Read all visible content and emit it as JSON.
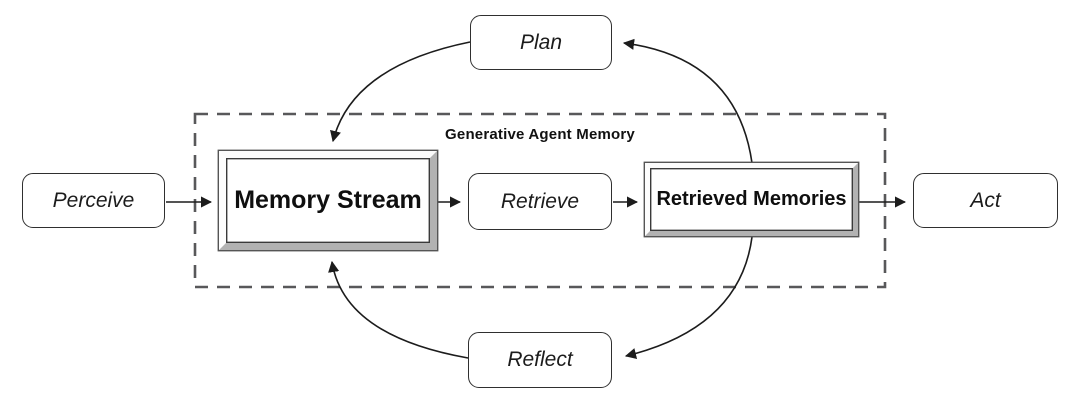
{
  "diagram": {
    "container_label": "Generative Agent Memory",
    "nodes": {
      "perceive": {
        "label": "Perceive",
        "shape": "rounded"
      },
      "memory_stream": {
        "label": "Memory Stream",
        "shape": "bevel-frame"
      },
      "retrieve": {
        "label": "Retrieve",
        "shape": "rounded"
      },
      "retrieved_memories": {
        "label": "Retrieved Memories",
        "shape": "bevel-frame"
      },
      "act": {
        "label": "Act",
        "shape": "rounded"
      },
      "plan": {
        "label": "Plan",
        "shape": "rounded"
      },
      "reflect": {
        "label": "Reflect",
        "shape": "rounded"
      }
    },
    "edges": [
      {
        "from": "Perceive",
        "to": "Memory Stream"
      },
      {
        "from": "Memory Stream",
        "to": "Retrieve"
      },
      {
        "from": "Retrieve",
        "to": "Retrieved Memories"
      },
      {
        "from": "Retrieved Memories",
        "to": "Act"
      },
      {
        "from": "Retrieved Memories",
        "to": "Plan"
      },
      {
        "from": "Plan",
        "to": "Memory Stream"
      },
      {
        "from": "Retrieved Memories",
        "to": "Reflect"
      },
      {
        "from": "Reflect",
        "to": "Memory Stream"
      }
    ],
    "colors": {
      "background": "#ffffff",
      "arrow_stroke": "#1c1c1c",
      "box_border": "#2f2f2f",
      "dashed_border": "#58585a",
      "bevel_light": "#fbfbfb",
      "bevel_dark": "#b2b2b2"
    }
  }
}
